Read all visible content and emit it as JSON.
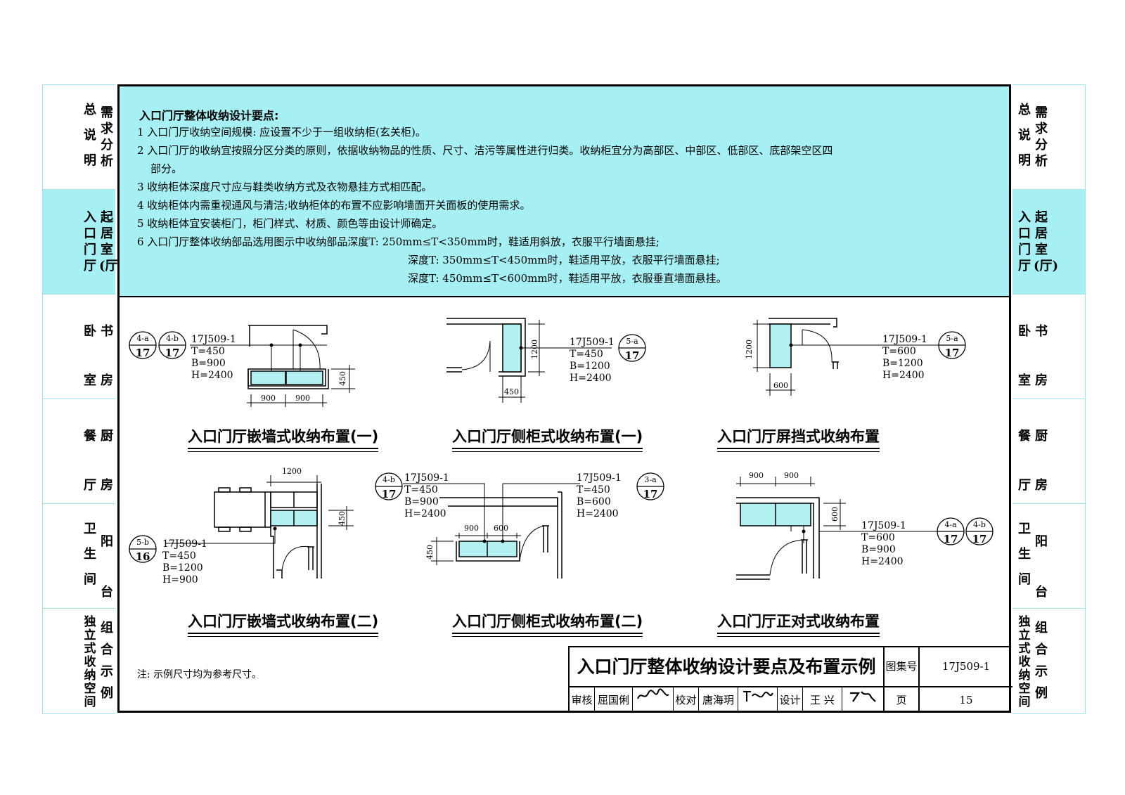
{
  "tabs": [
    {
      "col1": "总说明",
      "col2": "需求分析",
      "active": false
    },
    {
      "col1": "入口门厅",
      "col2": "起居室(厅)",
      "active": true
    },
    {
      "col1": "卧室",
      "col2": "书房",
      "active": false
    },
    {
      "col1": "餐厅",
      "col2": "厨房",
      "active": false
    },
    {
      "col1": "卫生间",
      "col2": "阳台",
      "active": false
    },
    {
      "col1": "独立式收纳空间",
      "col2": "组合示例",
      "active": false
    }
  ],
  "notes": {
    "title": "入口门厅整体收纳设计要点:",
    "lines": [
      "1 入口门厅收纳空间规模: 应设置不少于一组收纳柜(玄关柜)。",
      "2 入口门厅的收纳宜按照分区分类的原则，依据收纳物品的性质、尺寸、洁污等属性进行归类。收纳柜宜分为高部区、中部区、低部区、底部架空区四",
      "部分。",
      "3 收纳柜体深度尺寸应与鞋类收纳方式及衣物悬挂方式相匹配。",
      "4 收纳柜体内需重视通风与清洁;收纳柜体的布置不应影响墙面开关面板的使用需求。",
      "5 收纳柜体宜安装柜门，柜门样式、材质、颜色等由设计师确定。",
      "6 入口门厅整体收纳部品选用图示中收纳部品深度T: 250mm≤T<350mm时，鞋适用斜放，衣服平行墙面悬挂;",
      "深度T: 350mm≤T<450mm时，鞋适用平放，衣服平行墙面悬挂;",
      "深度T: 450mm≤T<600mm时，鞋适用平放，衣服垂直墙面悬挂。"
    ]
  },
  "diagrams": [
    {
      "caption": "入口门厅嵌墙式收纳布置(一)",
      "ref": "17J509-1",
      "T": "T=450",
      "B": "B=900",
      "H": "H=2400",
      "bubbles": [
        {
          "top": "4-a",
          "bottom": "17"
        },
        {
          "top": "4-b",
          "bottom": "17"
        }
      ],
      "dims": [
        "450",
        "900",
        "900"
      ]
    },
    {
      "caption": "入口门厅侧柜式收纳布置(一)",
      "ref": "17J509-1",
      "T": "T=450",
      "B": "B=1200",
      "H": "H=2400",
      "bubbles": [
        {
          "top": "5-a",
          "bottom": "17"
        }
      ],
      "dims": [
        "1200",
        "450"
      ]
    },
    {
      "caption": "入口门厅屏挡式收纳布置",
      "ref": "17J509-1",
      "T": "T=600",
      "B": "B=1200",
      "H": "H=2400",
      "bubbles": [
        {
          "top": "5-a",
          "bottom": "17"
        }
      ],
      "dims": [
        "1200",
        "600"
      ]
    },
    {
      "caption": "入口门厅嵌墙式收纳布置(二)",
      "ref": "17J509-1",
      "T": "T=450",
      "B": "B=1200",
      "H": "H=900",
      "bubbles": [
        {
          "top": "5-b",
          "bottom": "16"
        }
      ],
      "dims": [
        "1200",
        "450"
      ]
    },
    {
      "caption": "入口门厅侧柜式收纳布置(二)",
      "ref": "17J509-1",
      "T": "T=450",
      "B": "B=900",
      "H": "H=2400",
      "ref2": "17J509-1",
      "T2": "T=450",
      "B2": "B=600",
      "H2": "H=2400",
      "bubbles": [
        {
          "top": "4-b",
          "bottom": "17"
        },
        {
          "top": "3-a",
          "bottom": "17"
        }
      ],
      "dims": [
        "900",
        "600",
        "450"
      ]
    },
    {
      "caption": "入口门厅正对式收纳布置",
      "ref": "17J509-1",
      "T": "T=600",
      "B": "B=900",
      "H": "H=2400",
      "bubbles": [
        {
          "top": "4-a",
          "bottom": "17"
        },
        {
          "top": "4-b",
          "bottom": "17"
        }
      ],
      "dims": [
        "900",
        "900",
        "600"
      ]
    }
  ],
  "footnote": "注: 示例尺寸均为参考尺寸。",
  "titleblock": {
    "title": "入口门厅整体收纳设计要点及布置示例",
    "atlas_label": "图集号",
    "atlas_no": "17J509-1",
    "page_label": "页",
    "page_no": "15",
    "review_label": "审核",
    "review_name": "屈国俐",
    "check_label": "校对",
    "check_name": "唐海玥",
    "design_label": "设计",
    "design_name": "王 兴"
  },
  "colors": {
    "accent": "#a6f0f4",
    "cabinet": "#b3f0f2",
    "line": "#000000"
  }
}
